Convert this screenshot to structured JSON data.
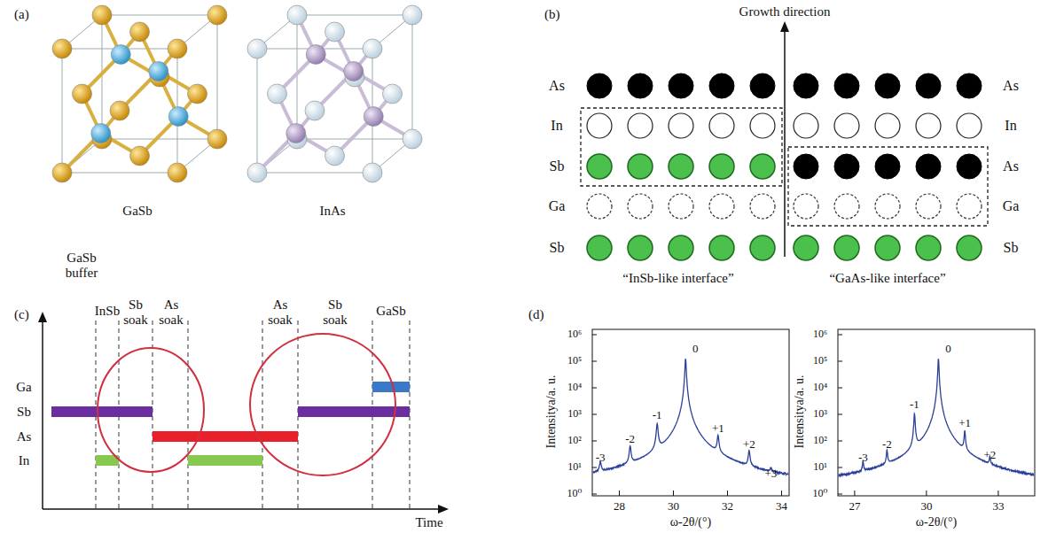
{
  "diagram": {
    "labels": [
      "(a)",
      "GaSb",
      "InAs",
      "(b)",
      "Growth direction",
      "As",
      "In",
      "Sb",
      "Ga",
      "Sb",
      "As",
      "In",
      "As",
      "Ga",
      "Sb",
      "“InSb-like interface”",
      "“GaAs-like interface”",
      "(c)",
      "GaSb buffer",
      "InSb",
      "Sb soak",
      "As soak",
      "As soak",
      "Sb soak",
      "GaSb",
      "Ga",
      "Sb",
      "As",
      "In",
      "Time",
      "(d)",
      "Intensitya/a. u.",
      "ω-2θ/(°)",
      "10⁰",
      "10¹",
      "10²",
      "10³",
      "10⁴",
      "10⁵",
      "10⁶",
      "28",
      "30",
      "32",
      "34",
      "-3",
      "-2",
      "-1",
      "0",
      "+1",
      "+2",
      "+3",
      "Intensitya/a. u.",
      "ω-2θ/(°)",
      "10⁰",
      "10¹",
      "10²",
      "10³",
      "10⁴",
      "10⁵",
      "10⁶",
      "27",
      "30",
      "33",
      "-3",
      "-2",
      "-1",
      "0",
      "+1",
      "+2"
    ]
  }
}
